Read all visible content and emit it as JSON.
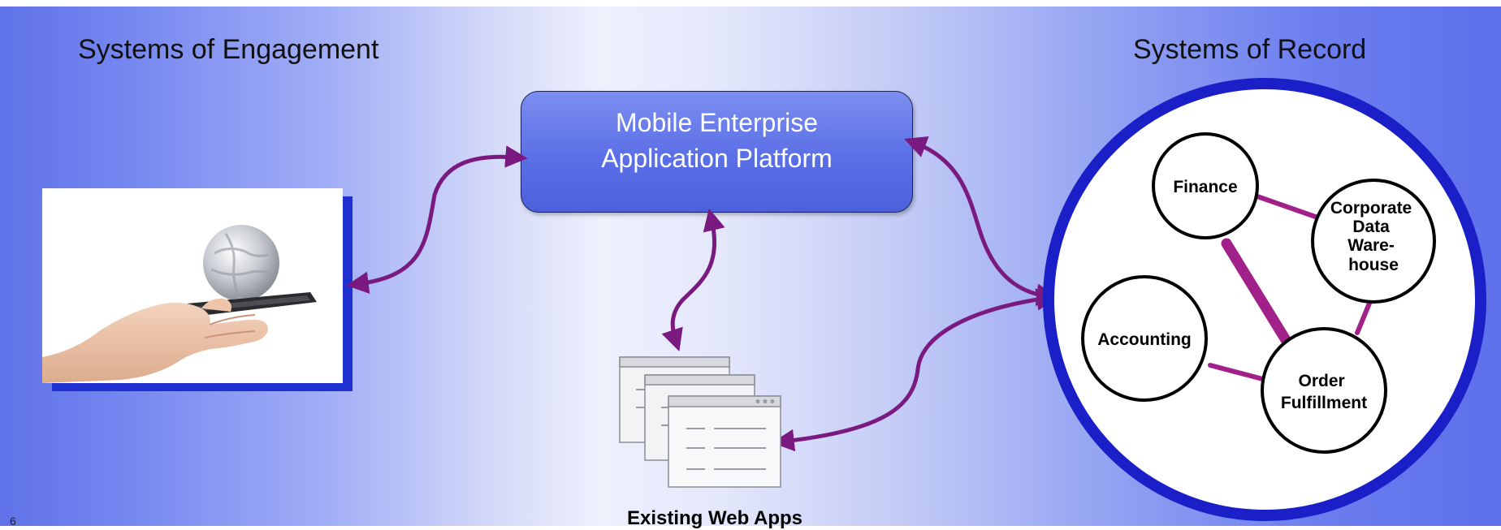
{
  "slide": {
    "left_heading": "Systems of Engagement",
    "right_heading": "Systems of Record",
    "page_number": "6"
  },
  "platform": {
    "line1": "Mobile Enterprise",
    "line2": "Application Platform"
  },
  "web_apps": {
    "caption": "Existing Web Apps"
  },
  "systems_of_record": {
    "nodes": {
      "finance": [
        "Finance"
      ],
      "warehouse": [
        "Corporate",
        "Data",
        "Ware-",
        "house"
      ],
      "accounting": [
        "Accounting"
      ],
      "order": [
        "Order",
        "Fulfillment"
      ]
    }
  },
  "colors": {
    "arrow": "#7a1a80",
    "record_ring": "#1a1fc8",
    "link": "#a1208a",
    "platform_fill": "#5b6fe6"
  },
  "icons": {
    "mobile_image": "hand-holding-phone-with-globe-icon",
    "web_windows": "stacked-browser-windows-icon"
  }
}
